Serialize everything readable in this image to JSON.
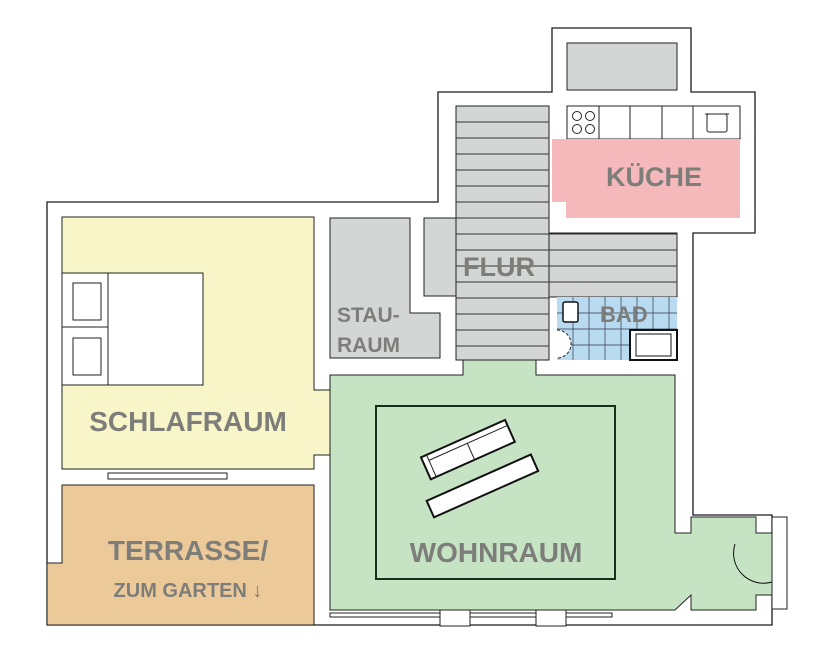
{
  "plan": {
    "rooms": {
      "kitchen": {
        "label": "KÜCHE",
        "color": "#f6b9bb"
      },
      "hall": {
        "label": "FLUR",
        "color": "#d4d5d5"
      },
      "bath": {
        "label": "BAD",
        "color": "#b9dbf2"
      },
      "storage": {
        "label_line1": "STAU-",
        "label_line2": "RAUM",
        "color": "#d4d5d5"
      },
      "bedroom": {
        "label": "SCHLAFRAUM",
        "color": "#f8f5c9"
      },
      "terrace": {
        "label_line1": "TERRASSE/",
        "label_line2": "ZUM GARTEN ↓",
        "color": "#ecc999"
      },
      "living": {
        "label": "WOHNRAUM",
        "color": "#c6e3c4"
      }
    }
  }
}
